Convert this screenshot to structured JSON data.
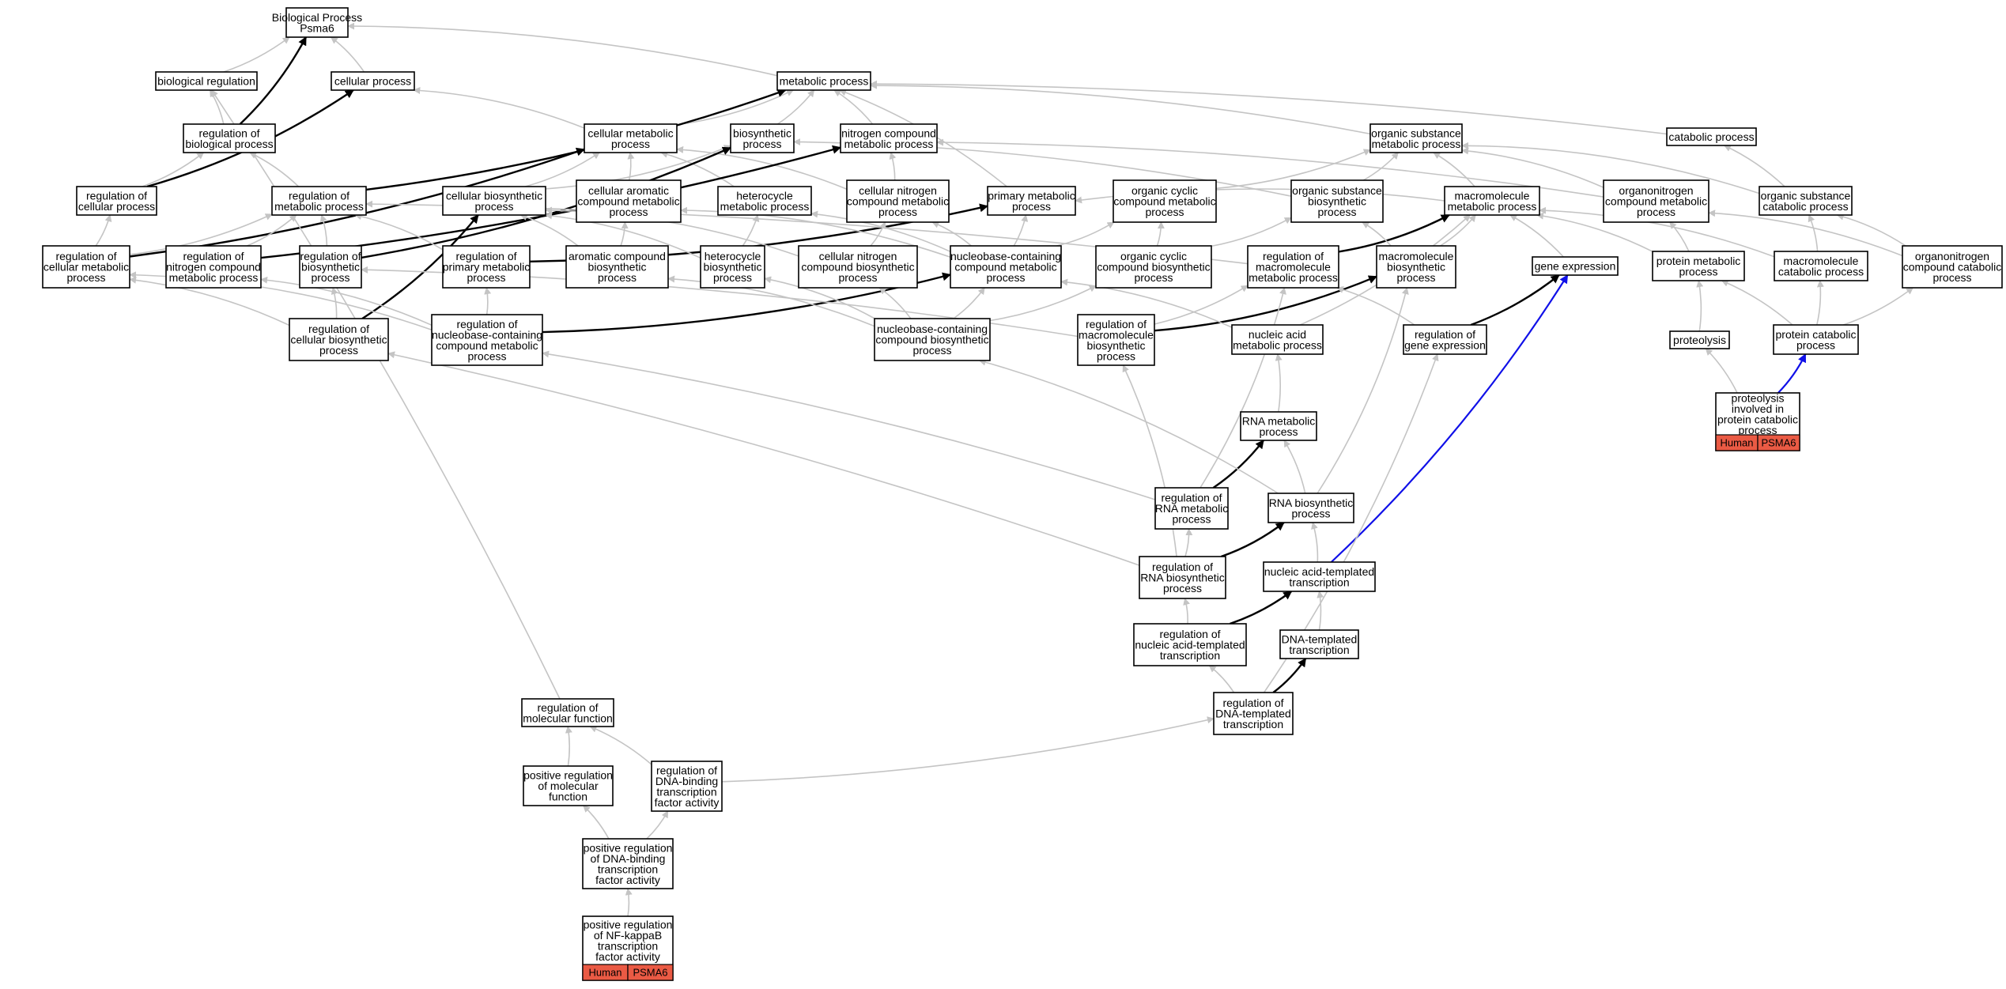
{
  "colors": {
    "gray_edge": "#c4c4c4",
    "black_edge": "#000000",
    "blue_edge": "#1010e8",
    "tag_fill": "#ea5a44"
  },
  "nodes": {
    "root": "Biological Process\nPsma6",
    "biological_regulation": "biological regulation",
    "cellular_process": "cellular process",
    "metabolic_process": "metabolic process",
    "reg_biological_process": "regulation of\nbiological process",
    "cellular_metabolic_process": "cellular metabolic\nprocess",
    "biosynthetic_process": "biosynthetic\nprocess",
    "nitrogen_compound_metabolic": "nitrogen compound\nmetabolic process",
    "organic_substance_metabolic": "organic substance\nmetabolic process",
    "catabolic_process": "catabolic process",
    "reg_cellular_process": "regulation of\ncellular process",
    "reg_metabolic_process": "regulation of\nmetabolic process",
    "cellular_biosynthetic": "cellular biosynthetic\nprocess",
    "cellular_aromatic": "cellular aromatic\ncompound metabolic\nprocess",
    "heterocycle_metabolic": "heterocycle\nmetabolic process",
    "cellular_nitrogen_metabolic": "cellular nitrogen\ncompound metabolic\nprocess",
    "primary_metabolic": "primary metabolic\nprocess",
    "organic_cyclic_metabolic": "organic cyclic\ncompound metabolic\nprocess",
    "organic_substance_biosynthetic": "organic substance\nbiosynthetic\nprocess",
    "macromolecule_metabolic": "macromolecule\nmetabolic process",
    "organonitrogen_metabolic": "organonitrogen\ncompound metabolic\nprocess",
    "organic_substance_catabolic": "organic substance\ncatabolic process",
    "reg_cellular_metabolic": "regulation of\ncellular metabolic\nprocess",
    "reg_nitrogen_metabolic": "regulation of\nnitrogen compound\nmetabolic process",
    "reg_biosynthetic": "regulation of\nbiosynthetic\nprocess",
    "reg_primary_metabolic": "regulation of\nprimary metabolic\nprocess",
    "aromatic_biosynthetic": "aromatic compound\nbiosynthetic\nprocess",
    "heterocycle_biosynthetic": "heterocycle\nbiosynthetic\nprocess",
    "cellular_nitrogen_biosynthetic": "cellular nitrogen\ncompound biosynthetic\nprocess",
    "nucleobase_metabolic": "nucleobase-containing\ncompound metabolic\nprocess",
    "organic_cyclic_biosynthetic": "organic cyclic\ncompound biosynthetic\nprocess",
    "reg_macromolecule_metabolic": "regulation of\nmacromolecule\nmetabolic process",
    "macromolecule_biosynthetic": "macromolecule\nbiosynthetic\nprocess",
    "gene_expression": "gene expression",
    "protein_metabolic": "protein metabolic\nprocess",
    "macromolecule_catabolic": "macromolecule\ncatabolic process",
    "organonitrogen_catabolic": "organonitrogen\ncompound catabolic\nprocess",
    "reg_cellular_biosynthetic": "regulation of\ncellular biosynthetic\nprocess",
    "reg_nucleobase_metabolic": "regulation of\nnucleobase-containing\ncompound metabolic\nprocess",
    "nucleobase_biosynthetic": "nucleobase-containing\ncompound biosynthetic\nprocess",
    "reg_macromolecule_biosynthetic": "regulation of\nmacromolecule\nbiosynthetic\nprocess",
    "nucleic_acid_metabolic": "nucleic acid\nmetabolic process",
    "reg_gene_expression": "regulation of\ngene expression",
    "proteolysis": "proteolysis",
    "protein_catabolic": "protein catabolic\nprocess",
    "proteolysis_involved": "proteolysis\ninvolved in\nprotein catabolic\nprocess",
    "rna_metabolic": "RNA metabolic\nprocess",
    "reg_rna_metabolic": "regulation of\nRNA metabolic\nprocess",
    "rna_biosynthetic": "RNA biosynthetic\nprocess",
    "reg_rna_biosynthetic": "regulation of\nRNA biosynthetic\nprocess",
    "nucleic_acid_templated_transcription": "nucleic acid-templated\ntranscription",
    "reg_nucleic_acid_templated": "regulation of\nnucleic acid-templated\ntranscription",
    "dna_templated_transcription": "DNA-templated\ntranscription",
    "reg_dna_templated": "regulation of\nDNA-templated\ntranscription",
    "reg_molecular_function": "regulation of\nmolecular function",
    "reg_dna_binding_tf": "regulation of\nDNA-binding\ntranscription\nfactor activity",
    "pos_reg_molecular_function": "positive regulation\nof molecular\nfunction",
    "pos_reg_dna_binding_tf": "positive regulation\nof DNA-binding\ntranscription\nfactor activity",
    "pos_reg_nfkb_tf": "positive regulation\nof NF-kappaB\ntranscription\nfactor activity"
  },
  "tags": {
    "proteolysis_involved": [
      "Human",
      "PSMA6"
    ],
    "pos_reg_nfkb_tf": [
      "Human",
      "PSMA6"
    ]
  }
}
